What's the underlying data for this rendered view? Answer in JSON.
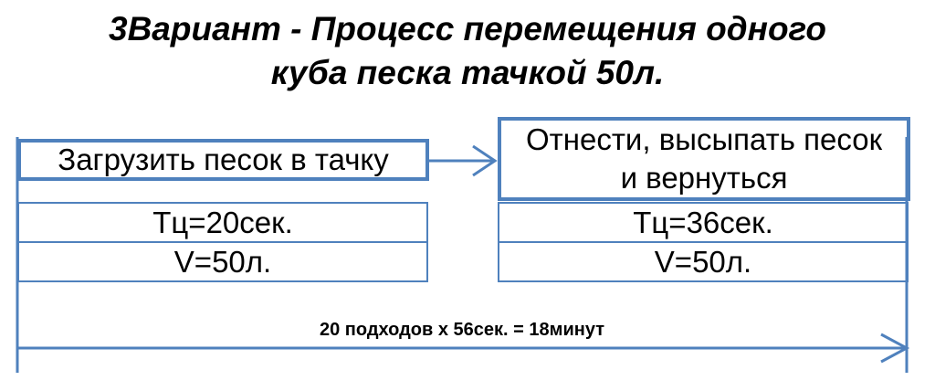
{
  "title": {
    "line1": "3Вариант - Процесс перемещения одного",
    "line2": "куба песка тачкой 50л."
  },
  "step1": {
    "label": "Загрузить песок в тачку",
    "time": "Тц=20сек.",
    "volume": "V=50л."
  },
  "step2": {
    "label_line1": "Отнести, высыпать песок",
    "label_line2": "и вернуться",
    "time": "Тц=36сек.",
    "volume": "V=50л."
  },
  "total": "20 подходов х 56сек. = 18минут",
  "colors": {
    "line": "#4f81bd",
    "text": "#000000"
  }
}
